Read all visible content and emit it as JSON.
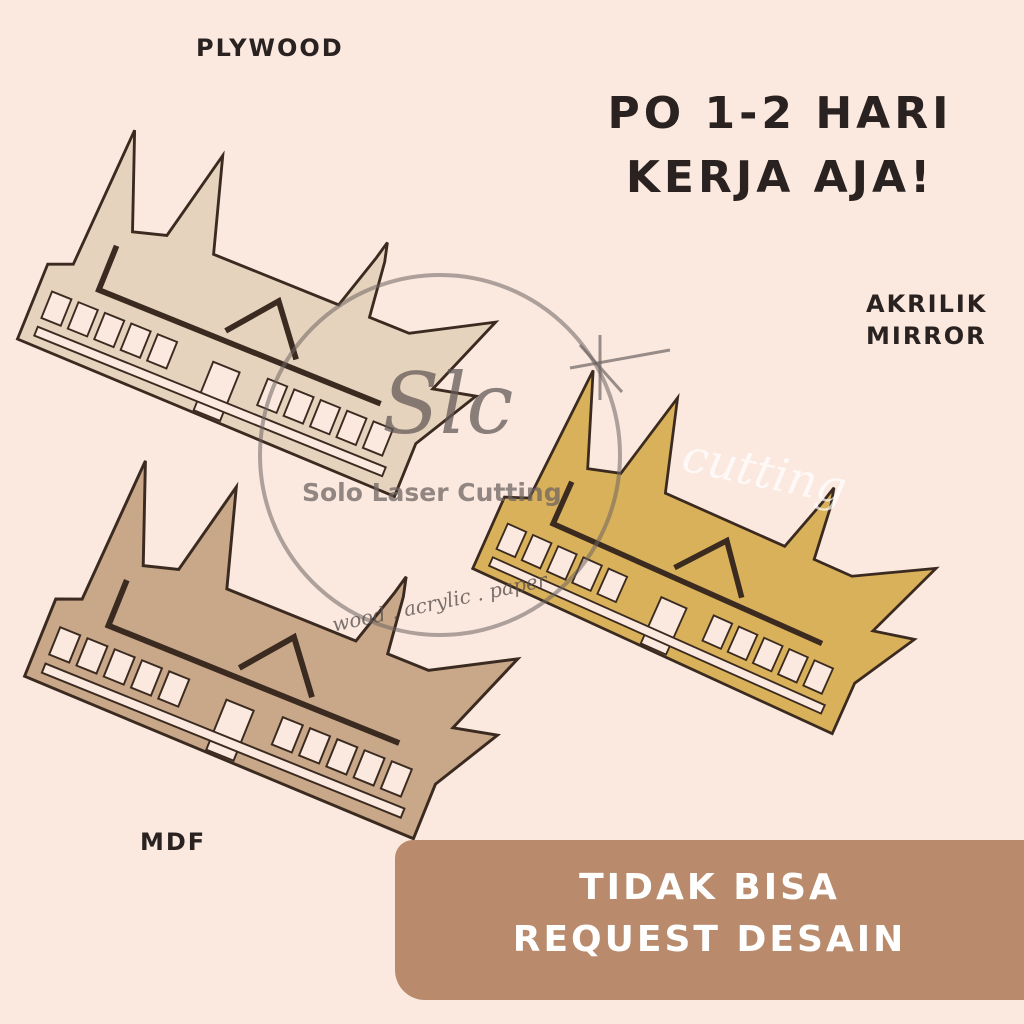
{
  "labels": {
    "plywood": "PLYWOOD",
    "mdf": "MDF",
    "akrilik_line1": "AKRILIK",
    "akrilik_line2": "MIRROR"
  },
  "headline": {
    "line1": "PO 1-2 HARI",
    "line2": "KERJA AJA!"
  },
  "banner": {
    "line1": "TIDAK BISA",
    "line2": "REQUEST DESAIN",
    "color": "#b98b6c"
  },
  "watermark": {
    "logo": "Slc",
    "name": "Solo Laser Cutting",
    "tagline": "wood . acrylic . paper",
    "script": "cutting"
  },
  "colors": {
    "background": "#fbe9df",
    "plywood": "#e6d3bd",
    "mdf": "#c9a88a",
    "mirror": "#d9b15a"
  }
}
